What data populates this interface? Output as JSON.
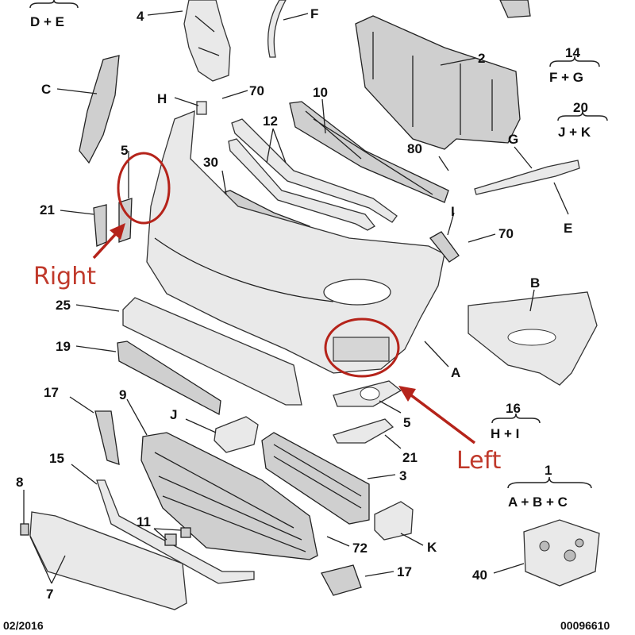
{
  "callouts": {
    "ref_4": "4",
    "ref_F": "F",
    "ref_C": "C",
    "ref_H": "H",
    "ref_70_top": "70",
    "ref_10": "10",
    "ref_12": "12",
    "ref_2": "2",
    "ref_80": "80",
    "ref_G": "G",
    "ref_E": "E",
    "ref_5_right": "5",
    "ref_21_right": "21",
    "ref_30": "30",
    "ref_I": "I",
    "ref_70_right": "70",
    "ref_B": "B",
    "ref_25": "25",
    "ref_19": "19",
    "ref_A": "A",
    "ref_17_top": "17",
    "ref_9": "9",
    "ref_J": "J",
    "ref_5_left": "5",
    "ref_21_left": "21",
    "ref_15": "15",
    "ref_3": "3",
    "ref_8": "8",
    "ref_11": "11",
    "ref_72": "72",
    "ref_K": "K",
    "ref_7": "7",
    "ref_17_bottom": "17",
    "ref_40": "40"
  },
  "kits": {
    "de": "D + E",
    "kit_14": {
      "number": "14",
      "parts": "F + G"
    },
    "kit_20": {
      "number": "20",
      "parts": "J + K"
    },
    "kit_16": {
      "number": "16",
      "parts": "H + I"
    },
    "kit_1": {
      "number": "1",
      "parts": "A + B + C"
    }
  },
  "annotations": {
    "right": "Right",
    "left": "Left",
    "color": "#c0392b"
  },
  "footer": {
    "date": "02/2016",
    "ref_code": "00096610"
  }
}
